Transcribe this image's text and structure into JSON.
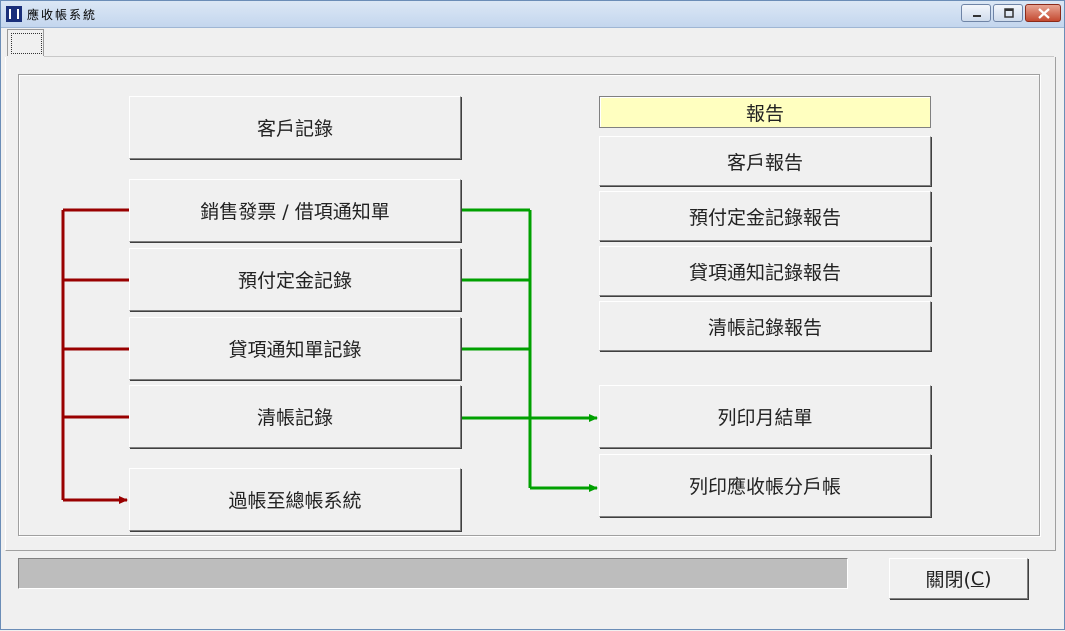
{
  "window": {
    "title": "應收帳系統"
  },
  "left_buttons": [
    {
      "label": "客戶記錄"
    },
    {
      "label": "銷售發票 / 借項通知單"
    },
    {
      "label": "預付定金記錄"
    },
    {
      "label": "貸項通知單記錄"
    },
    {
      "label": "清帳記錄"
    },
    {
      "label": "過帳至總帳系統"
    }
  ],
  "reports": {
    "header": "報告",
    "items": [
      {
        "label": "客戶報告"
      },
      {
        "label": "預付定金記錄報告"
      },
      {
        "label": "貸項通知記錄報告"
      },
      {
        "label": "清帳記錄報告"
      }
    ]
  },
  "print_buttons": [
    {
      "label": "列印月結單"
    },
    {
      "label": "列印應收帳分戶帳"
    }
  ],
  "footer": {
    "close_label": "關閉(",
    "close_hotkey": "C",
    "close_suffix": ")"
  },
  "colors": {
    "flow_red": "#990000",
    "flow_green": "#00a000",
    "report_header_bg": "#ffffc0"
  }
}
